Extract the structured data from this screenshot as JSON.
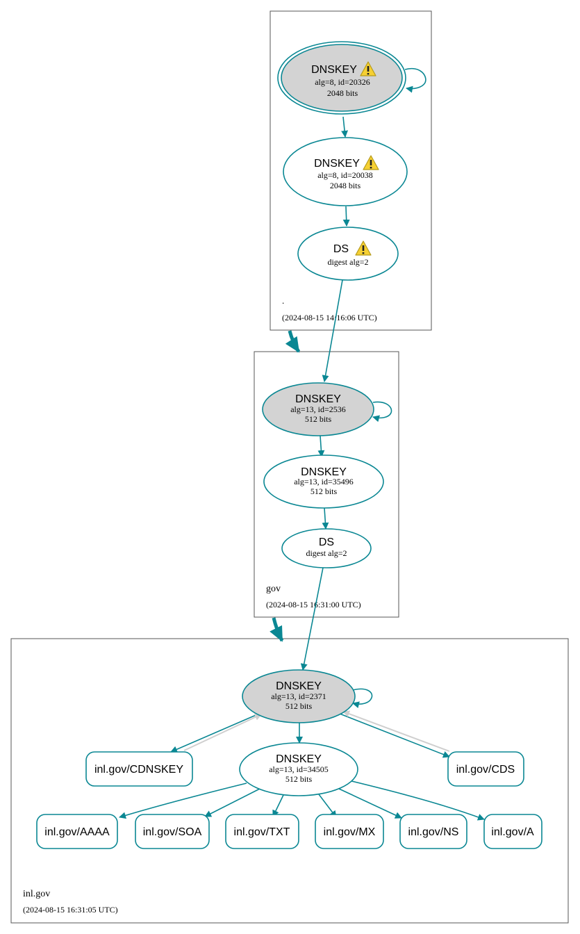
{
  "colors": {
    "edge": "#0a8793",
    "node_stroke": "#0a8793",
    "ksk_fill": "#d3d3d3",
    "cluster_stroke": "#555555",
    "gray_edge": "#cfcfcf",
    "warn_fill": "#f6d033"
  },
  "zones": {
    "root": {
      "name": ".",
      "time": "(2024-08-15 14:16:06 UTC)"
    },
    "gov": {
      "name": "gov",
      "time": "(2024-08-15 16:31:00 UTC)"
    },
    "inl": {
      "name": "inl.gov",
      "time": "(2024-08-15 16:31:05 UTC)"
    }
  },
  "nodes": {
    "root_ksk": {
      "title": "DNSKEY",
      "line1": "alg=8, id=20326",
      "line2": "2048 bits",
      "warning": true,
      "icon": "warning-icon"
    },
    "root_zsk": {
      "title": "DNSKEY",
      "line1": "alg=8, id=20038",
      "line2": "2048 bits",
      "warning": true,
      "icon": "warning-icon"
    },
    "root_ds": {
      "title": "DS",
      "line1": "digest alg=2",
      "warning": true,
      "icon": "warning-icon"
    },
    "gov_ksk": {
      "title": "DNSKEY",
      "line1": "alg=13, id=2536",
      "line2": "512 bits"
    },
    "gov_zsk": {
      "title": "DNSKEY",
      "line1": "alg=13, id=35496",
      "line2": "512 bits"
    },
    "gov_ds": {
      "title": "DS",
      "line1": "digest alg=2"
    },
    "inl_ksk": {
      "title": "DNSKEY",
      "line1": "alg=13, id=2371",
      "line2": "512 bits"
    },
    "inl_zsk": {
      "title": "DNSKEY",
      "line1": "alg=13, id=34505",
      "line2": "512 bits"
    }
  },
  "records": {
    "cdnskey": "inl.gov/CDNSKEY",
    "cds": "inl.gov/CDS",
    "aaaa": "inl.gov/AAAA",
    "soa": "inl.gov/SOA",
    "txt": "inl.gov/TXT",
    "mx": "inl.gov/MX",
    "ns": "inl.gov/NS",
    "a": "inl.gov/A"
  }
}
